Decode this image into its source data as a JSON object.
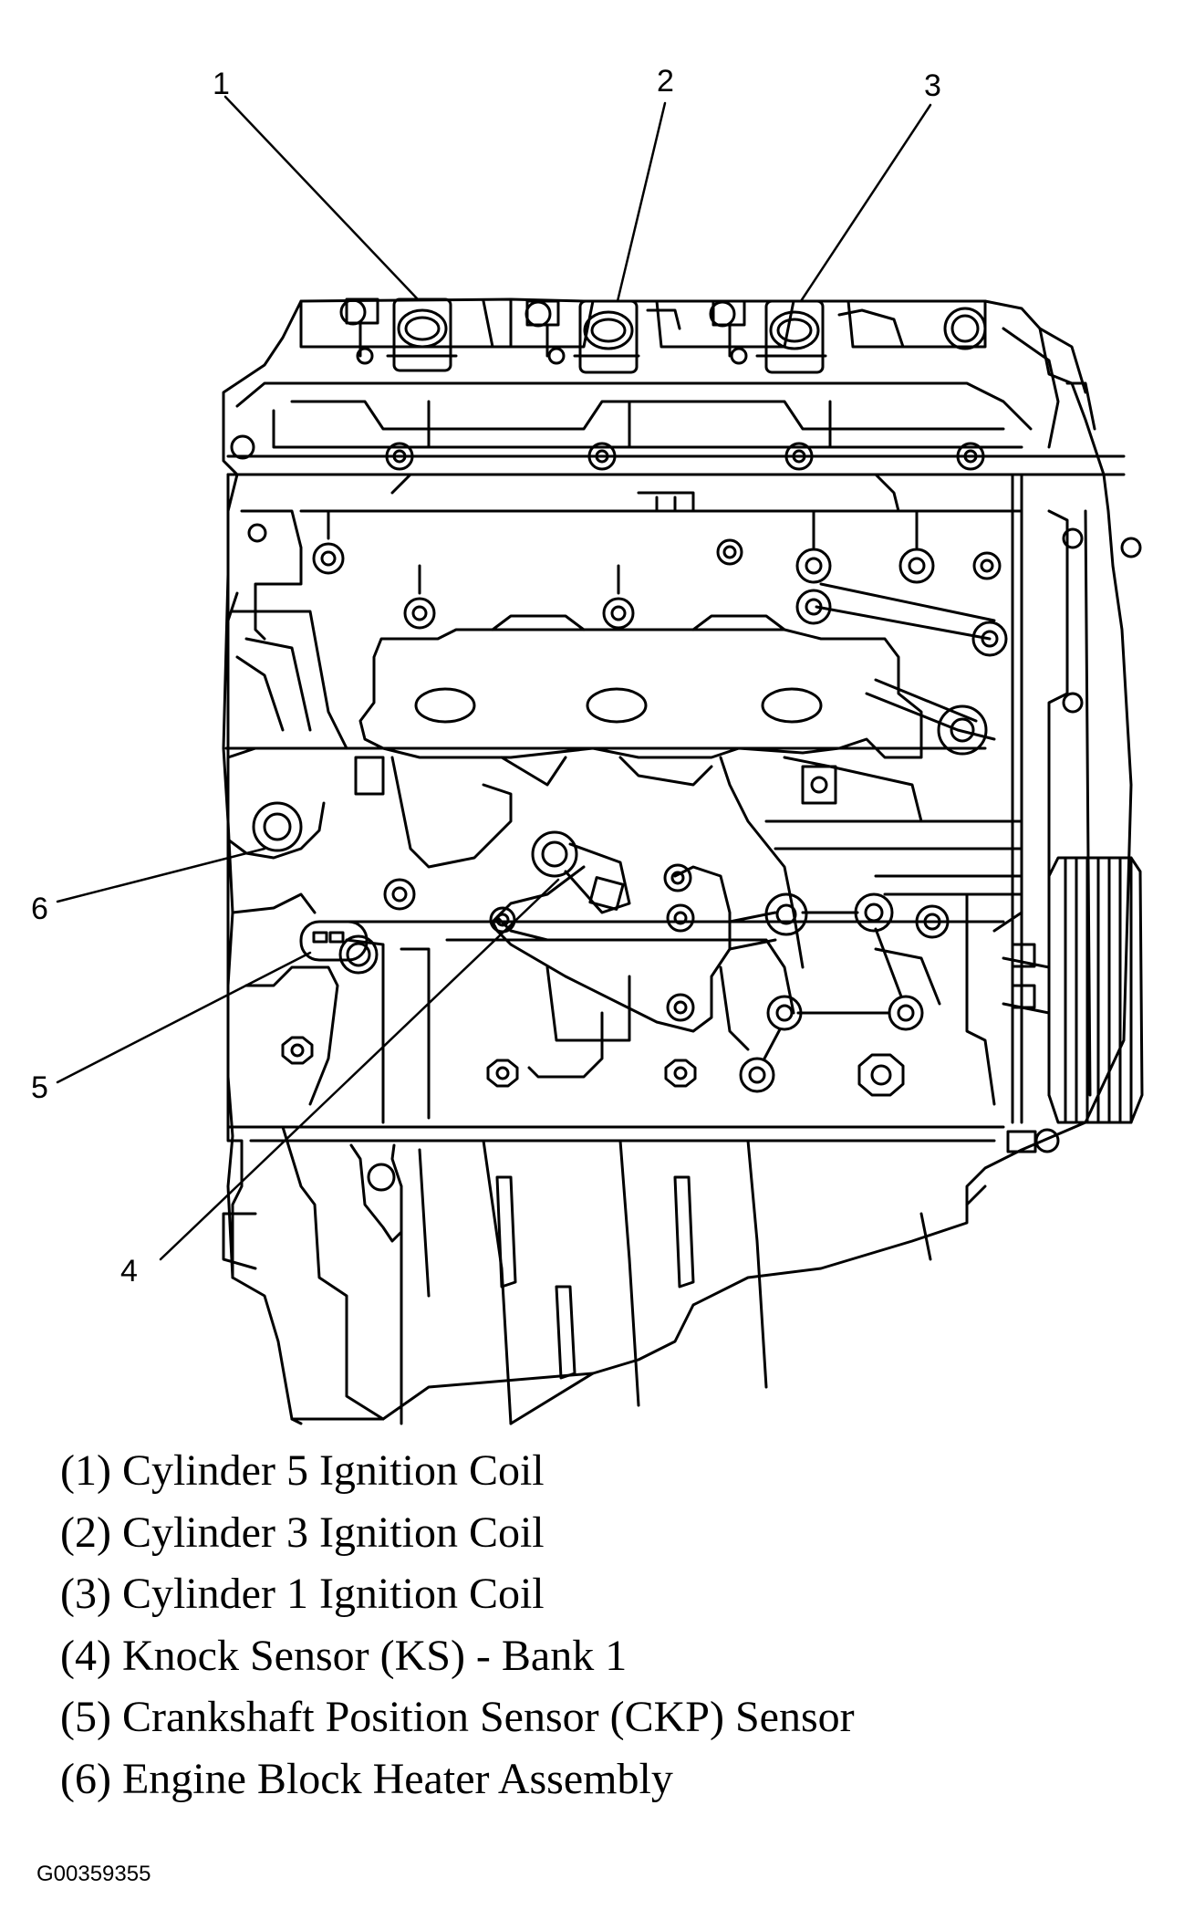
{
  "callouts": [
    "1",
    "2",
    "3",
    "4",
    "5",
    "6"
  ],
  "legend": [
    {
      "num": "(1)",
      "text": "Cylinder 5 Ignition Coil"
    },
    {
      "num": "(2)",
      "text": "Cylinder 3 Ignition Coil"
    },
    {
      "num": "(3)",
      "text": "Cylinder 1 Ignition Coil"
    },
    {
      "num": "(4)",
      "text": "Knock Sensor (KS) - Bank 1"
    },
    {
      "num": "(5)",
      "text": "Crankshaft Position Sensor (CKP) Sensor"
    },
    {
      "num": "(6)",
      "text": "Engine Block Heater Assembly"
    }
  ],
  "figure_id": "G00359355",
  "colors": {
    "line": "#000000",
    "background": "#ffffff"
  }
}
